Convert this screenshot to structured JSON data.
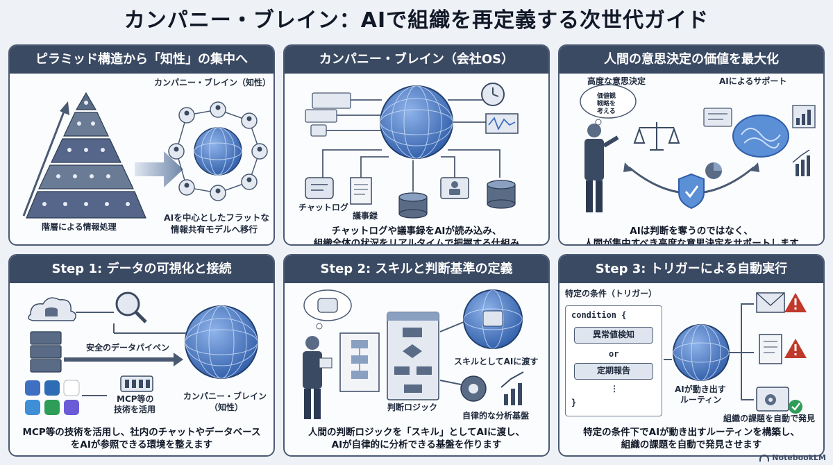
{
  "title": "カンパニー・ブレイン：AIで組織を再定義する次世代ガイド",
  "panels": {
    "p1": {
      "header": "ピラミッド構造から「知性」の集中へ",
      "label_brain": "カンパニー・ブレイン（知性）",
      "label_pyramid": "階層による情報処理",
      "label_flat_1": "AIを中心としたフラットな",
      "label_flat_2": "情報共有モデルへ移行"
    },
    "p2": {
      "header": "カンパニー・ブレイン（会社OS）",
      "label_chat": "チャットログ",
      "label_minutes": "議事録",
      "caption_1": "チャットログや議事録をAIが読み込み、",
      "caption_2": "組織全体の状況をリアルタイムで把握する仕組み"
    },
    "p3": {
      "header": "人間の意思決定の価値を最大化",
      "label_human": "高度な意思決定",
      "label_ai": "AIによるサポート",
      "bubble_1": "価値観",
      "bubble_2": "戦略を",
      "bubble_3": "考える",
      "caption_1": "AIは判断を奪うのではなく、",
      "caption_2": "人間が集中すべき高度な意思決定をサポートします"
    },
    "p4": {
      "header": "Step 1: データの可視化と接続",
      "label_pipeline": "安全のデータパイペン",
      "label_brain_1": "カンパニー・ブレイン",
      "label_brain_2": "（知性）",
      "label_mcp_1": "MCP等の",
      "label_mcp_2": "技術を活用",
      "caption_1": "MCP等の技術を活用し、社内のチャットやデータベース",
      "caption_2": "をAIが参照できる環境を整えます"
    },
    "p5": {
      "header": "Step 2: スキルと判断基準の定義",
      "label_skill": "スキルとしてAIに渡す",
      "label_logic": "判断ロジック",
      "label_platform": "自律的な分析基盤",
      "caption_1": "人間の判断ロジックを「スキル」としてAIに渡し、",
      "caption_2": "AIが自律的に分析できる基盤を作ります"
    },
    "p6": {
      "header": "Step 3: トリガーによる自動実行",
      "label_trigger": "特定の条件（トリガー）",
      "code_open": "condition {",
      "cond_1": "異常値検知",
      "cond_or": "or",
      "cond_2": "定期報告",
      "code_dots": "⋮",
      "code_close": "}",
      "label_routine_1": "AIが動き出す",
      "label_routine_2": "ルーティン",
      "label_discover": "組織の課題を自動で発見",
      "caption_1": "特定の条件下でAIが動き出すルーティンを構築し、",
      "caption_2": "組織の課題を自動で発見させます"
    }
  },
  "footer": {
    "logo": "NotebookLM"
  },
  "colors": {
    "header_bg": "#3b4a63",
    "globe_blue": "#3f6fc0",
    "line_dark": "#4a5a72",
    "warning_red": "#c0392b",
    "ok_green": "#2e9d57"
  }
}
